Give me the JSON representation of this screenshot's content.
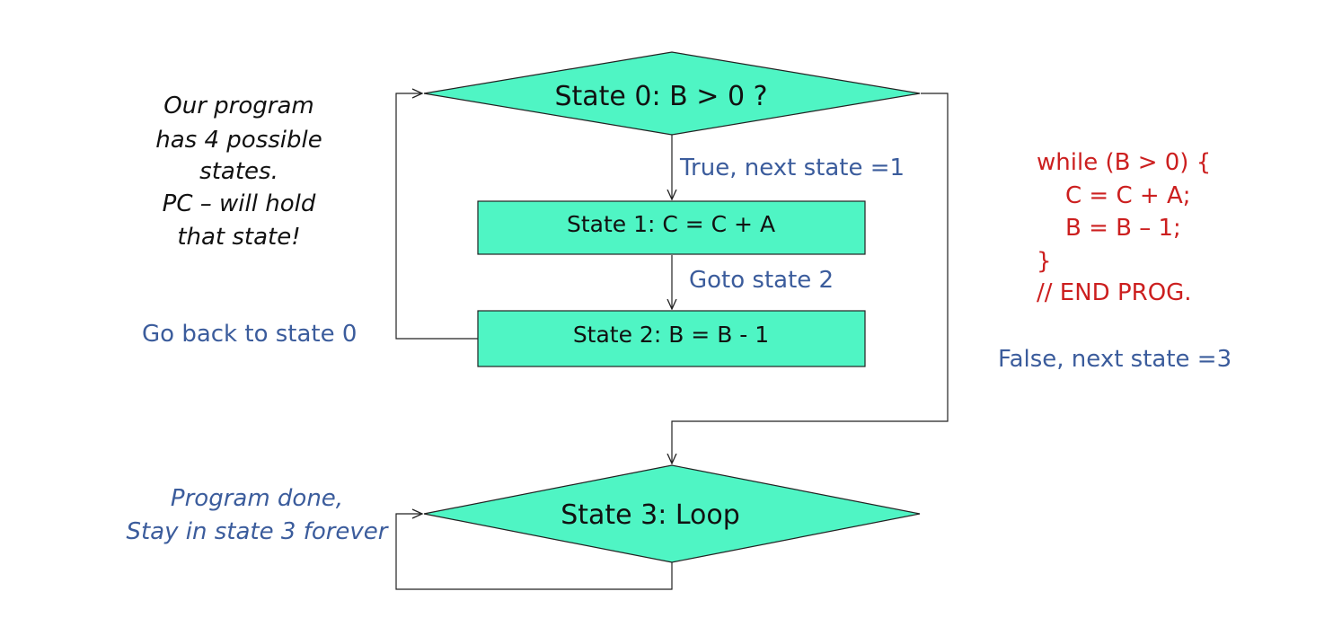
{
  "colors": {
    "node_fill": "#4ff5c4",
    "line": "#222222",
    "edge_label": "#3b5c9c",
    "code": "#cc1f1f",
    "note": "#111111"
  },
  "nodes": {
    "state0": "State 0: B > 0 ?",
    "state1": "State 1: C = C + A",
    "state2": "State 2: B = B - 1",
    "state3": "State 3: Loop"
  },
  "edges": {
    "true_label": "True, next state =1",
    "goto2_label": "Goto state 2",
    "back_label": "Go back to state 0",
    "false_label": "False, next state =3"
  },
  "notes": {
    "description": [
      "Our program",
      "has 4 possible",
      "states.",
      "PC – will hold",
      "that state!"
    ],
    "done": [
      "Program done,",
      "Stay in state 3 forever"
    ]
  },
  "code": [
    "while (B > 0) {",
    "C = C + A;",
    "B = B – 1;",
    "}",
    "// END PROG."
  ]
}
